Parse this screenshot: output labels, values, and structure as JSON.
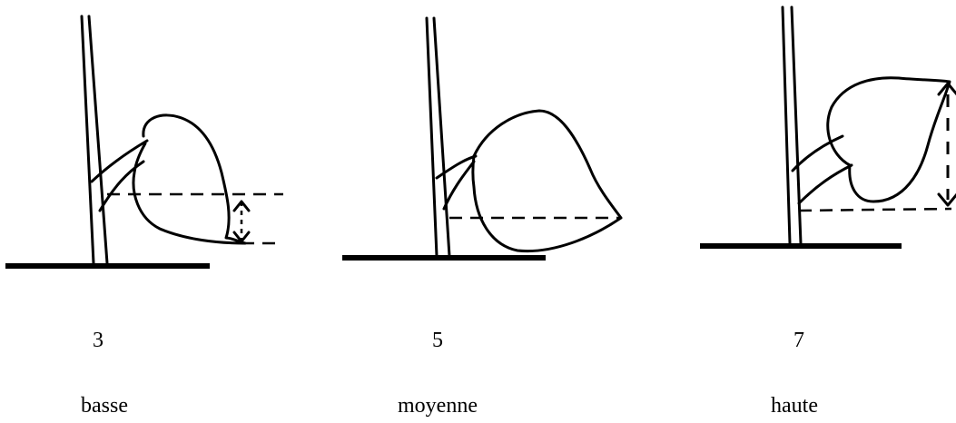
{
  "panels": [
    {
      "score": "3",
      "label": "basse"
    },
    {
      "score": "5",
      "label": "moyenne"
    },
    {
      "score": "7",
      "label": "haute"
    }
  ]
}
